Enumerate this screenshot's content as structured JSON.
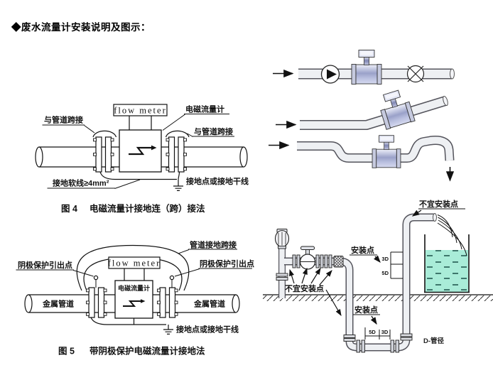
{
  "page": {
    "title": "◆废水流量计安装说明及图示："
  },
  "figure4": {
    "flow_meter_box_label": "flow meter",
    "converter_label": "电磁流量计",
    "jumper_left_label": "与管道跨接",
    "jumper_right_label": "与管道跨接",
    "ground_wire_label": "接地软线≥4mm²",
    "ground_point_label": "接地点或接地干线",
    "fig_no": "图 4",
    "caption": "电磁流量计接地连（跨）接法"
  },
  "figure5": {
    "flow_meter_box_label": "flow meter",
    "pipe_jumper_label": "管道接地跨接",
    "cathode_left_label": "阴极保护引出点",
    "cathode_right_label": "阴极保护引出点",
    "sensor_body_label": "电磁流量计",
    "metal_pipe_left_label": "金属管道",
    "metal_pipe_right_label": "金属管道",
    "ground_point_label": "接地点或接地干线",
    "fig_no": "图 5",
    "caption": "带阴极保护电磁流量计接地法"
  },
  "installation": {
    "bad_point_top_label": "不宜安装点",
    "bad_point_left_label": "不宜安装点",
    "install_point_upper_label": "安装点",
    "install_point_lower_label": "安装点",
    "vertical_dim_upper": "3D",
    "vertical_dim_lower": "5D",
    "horizontal_dim_left": "5D",
    "horizontal_dim_right": "3D",
    "pipe_diameter_note": "D-管径"
  },
  "colors": {
    "water": "#a9ecd8",
    "meter_body": "#9aa1c9",
    "meter_head": "#e3e6f5",
    "pipe_fill": "#eef0f3",
    "line": "#111111"
  }
}
